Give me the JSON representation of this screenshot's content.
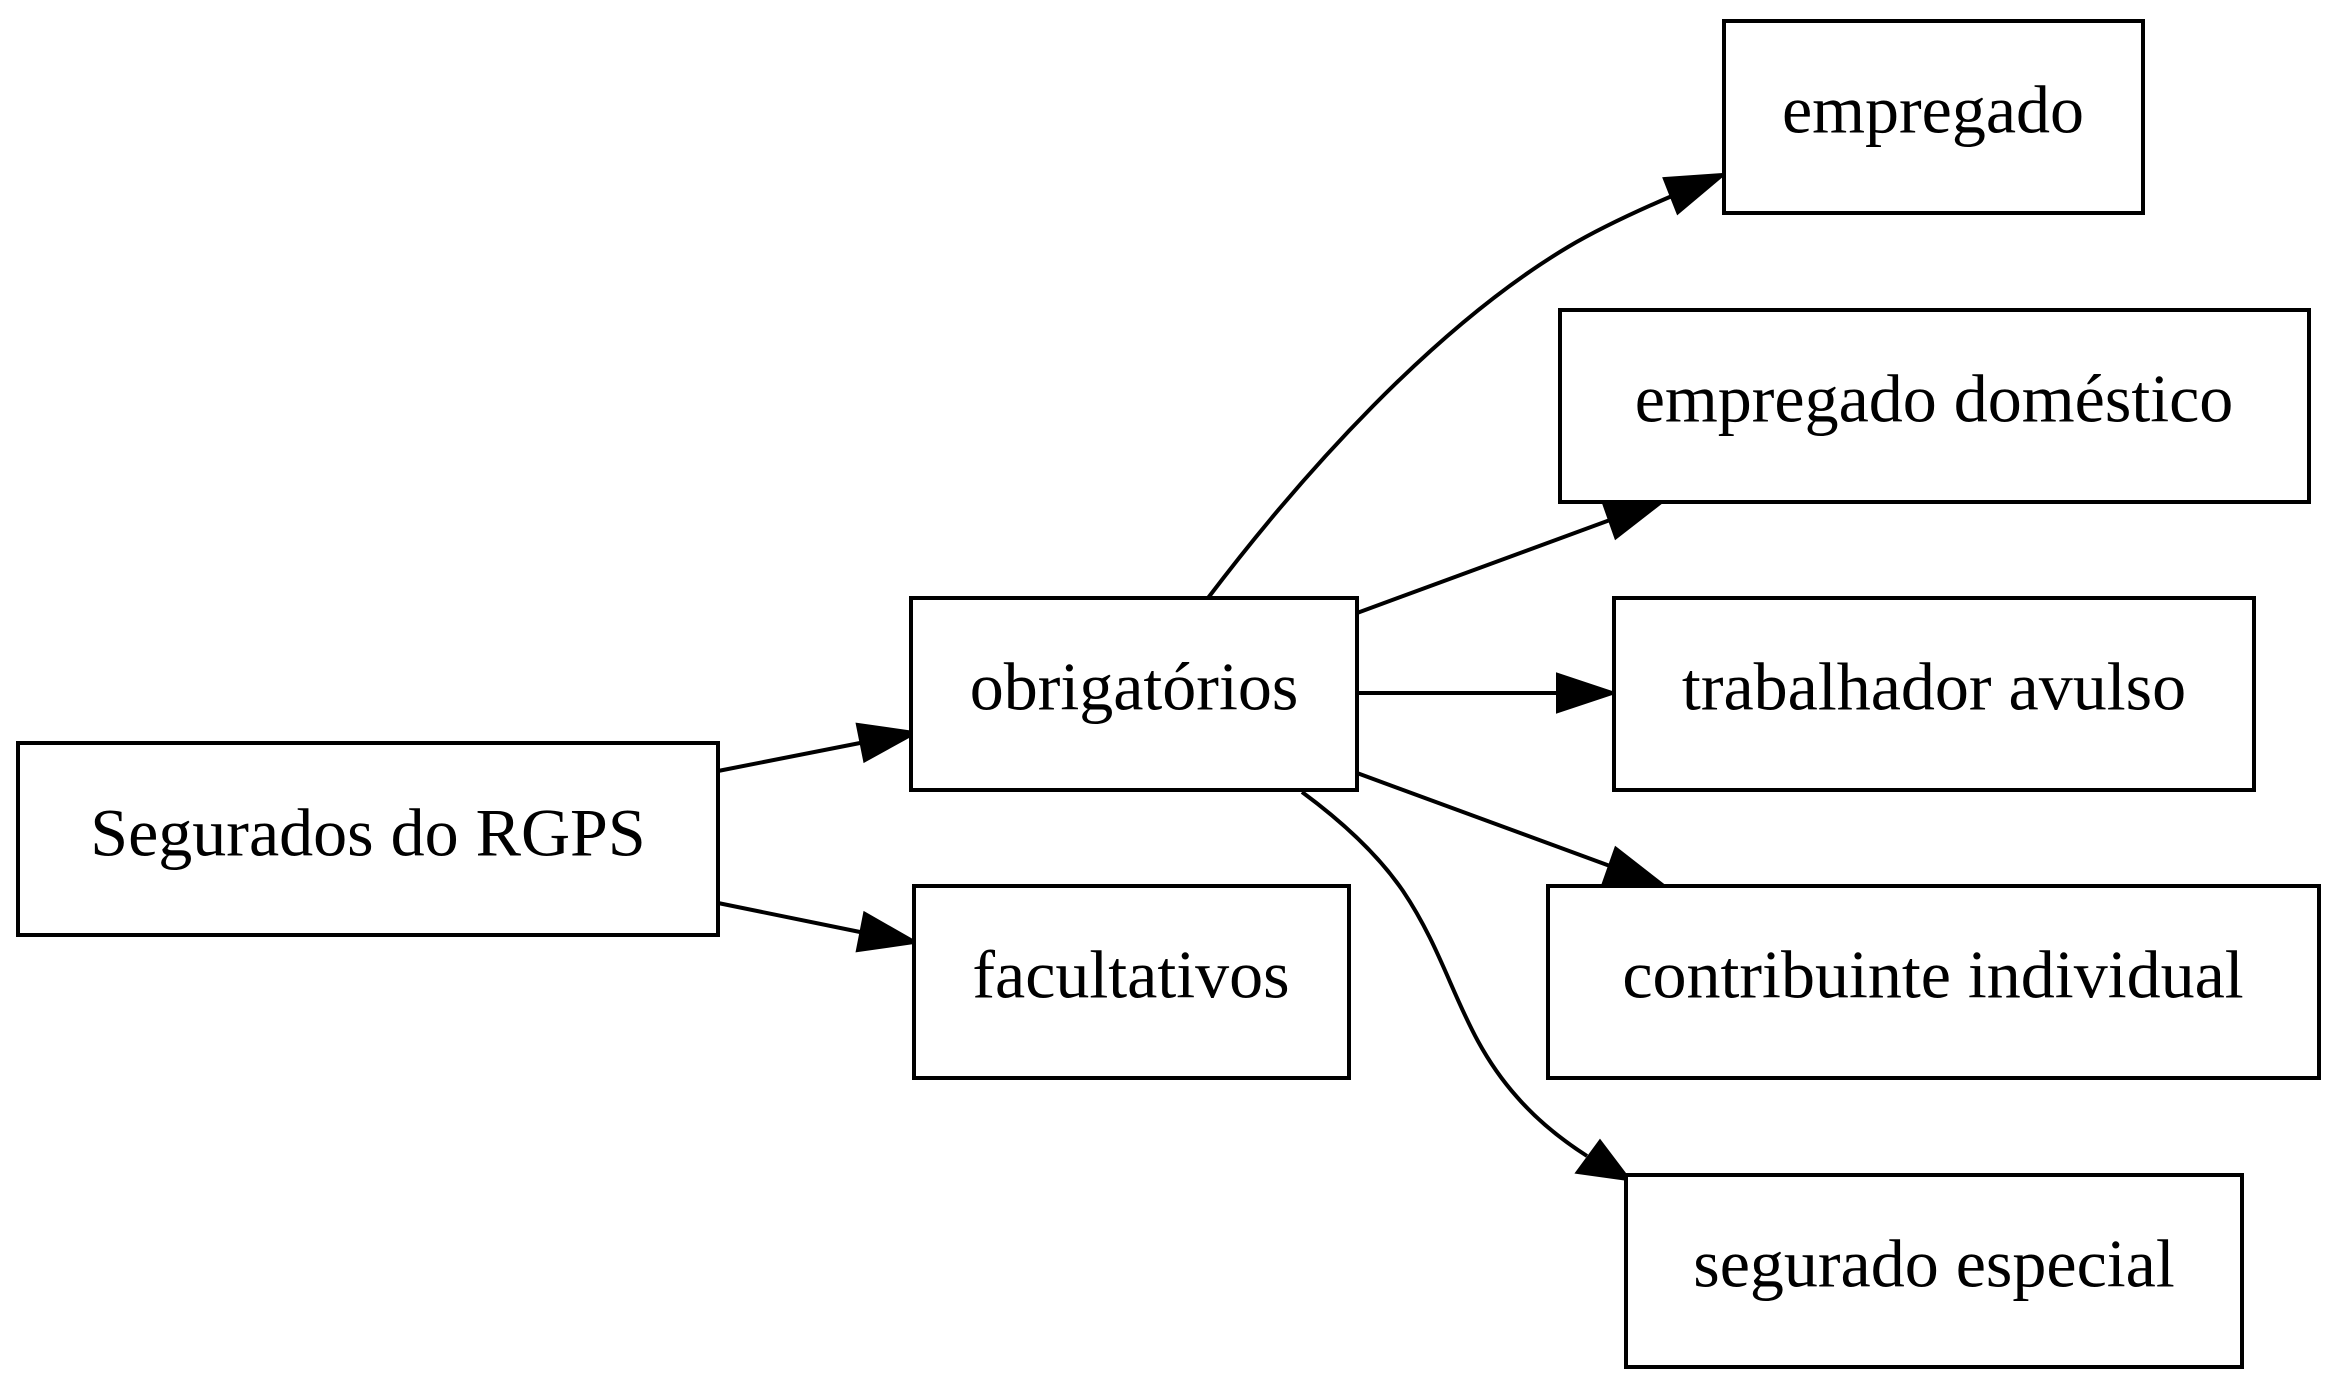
{
  "colors": {
    "background": "#ffffff",
    "stroke": "#000000",
    "text": "#000000"
  },
  "diagram": {
    "nodes": [
      {
        "id": "segurados-do-rgps",
        "label": "Segurados do RGPS"
      },
      {
        "id": "obrigatorios",
        "label": "obrigatórios"
      },
      {
        "id": "facultativos",
        "label": "facultativos"
      },
      {
        "id": "empregado",
        "label": "empregado"
      },
      {
        "id": "empregado-domestico",
        "label": "empregado doméstico"
      },
      {
        "id": "trabalhador-avulso",
        "label": "trabalhador avulso"
      },
      {
        "id": "contribuinte-individual",
        "label": "contribuinte individual"
      },
      {
        "id": "segurado-especial",
        "label": "segurado especial"
      }
    ],
    "edges": [
      {
        "from": "segurados-do-rgps",
        "to": "obrigatorios"
      },
      {
        "from": "segurados-do-rgps",
        "to": "facultativos"
      },
      {
        "from": "obrigatorios",
        "to": "empregado"
      },
      {
        "from": "obrigatorios",
        "to": "empregado-domestico"
      },
      {
        "from": "obrigatorios",
        "to": "trabalhador-avulso"
      },
      {
        "from": "obrigatorios",
        "to": "contribuinte-individual"
      },
      {
        "from": "obrigatorios",
        "to": "segurado-especial"
      }
    ]
  }
}
